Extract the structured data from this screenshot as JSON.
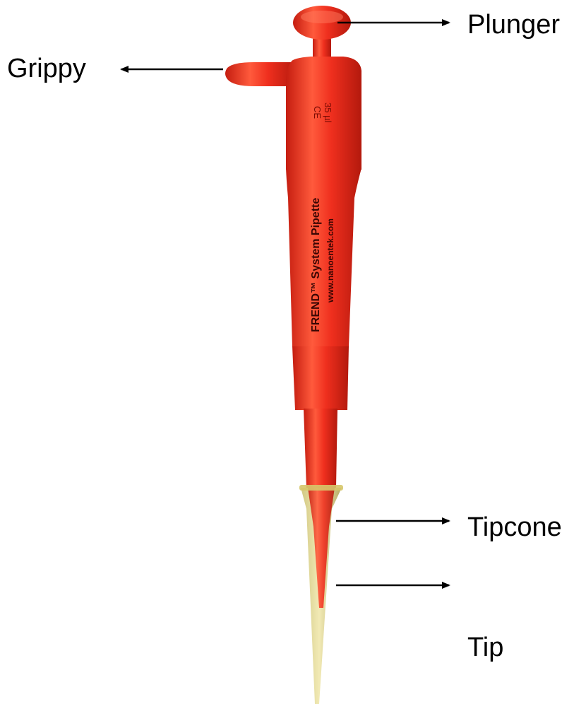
{
  "labels": {
    "plunger": "Plunger",
    "grippy": "Grippy",
    "tipcone": "Tipcone",
    "tip": "Tip"
  },
  "pipette_print": {
    "brand_line": "FREND™ System Pipette",
    "website": "www.nanoentek.com",
    "ce_mark": "CE",
    "volume": "35 µl"
  },
  "colors": {
    "body": "#ef2f1e",
    "body_dark": "#c51d10",
    "body_light": "#ff6a4d",
    "tip": "#e4da8c",
    "tip_dark": "#b8ac55",
    "arrow": "#000000"
  }
}
